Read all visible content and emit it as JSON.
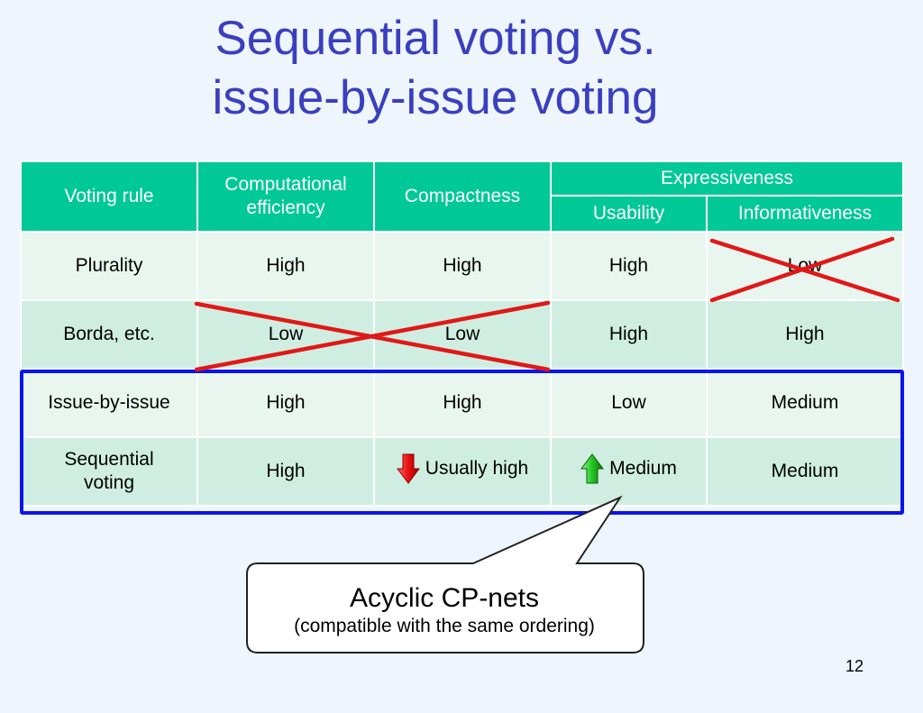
{
  "title": {
    "line1": "Sequential voting vs.",
    "line2": "issue-by-issue voting"
  },
  "table": {
    "headers": {
      "voting_rule": "Voting rule",
      "computational_efficiency": "Computational efficiency",
      "compactness": "Compactness",
      "expressiveness": "Expressiveness",
      "usability": "Usability",
      "informativeness": "Informativeness"
    },
    "rows": [
      {
        "rule": "Plurality",
        "efficiency": "High",
        "compactness": "High",
        "usability": "High",
        "informativeness": "Low"
      },
      {
        "rule": "Borda, etc.",
        "efficiency": "Low",
        "compactness": "Low",
        "usability": "High",
        "informativeness": "High"
      },
      {
        "rule": "Issue-by-issue",
        "efficiency": "High",
        "compactness": "High",
        "usability": "Low",
        "informativeness": "Medium"
      },
      {
        "rule": "Sequential voting",
        "efficiency": "High",
        "compactness": "Usually high",
        "usability": "Medium",
        "informativeness": "Medium"
      }
    ]
  },
  "icons": {
    "down_arrow": "red-down-arrow-icon",
    "up_arrow": "green-up-arrow-icon"
  },
  "colors": {
    "title": "#3a3fc0",
    "header": "#00c896",
    "highlight_box": "#0a14f0",
    "cross": "#e01818"
  },
  "callout": {
    "main": "Acyclic CP-nets",
    "sub": "(compatible with the same ordering)"
  },
  "page_number": "12"
}
